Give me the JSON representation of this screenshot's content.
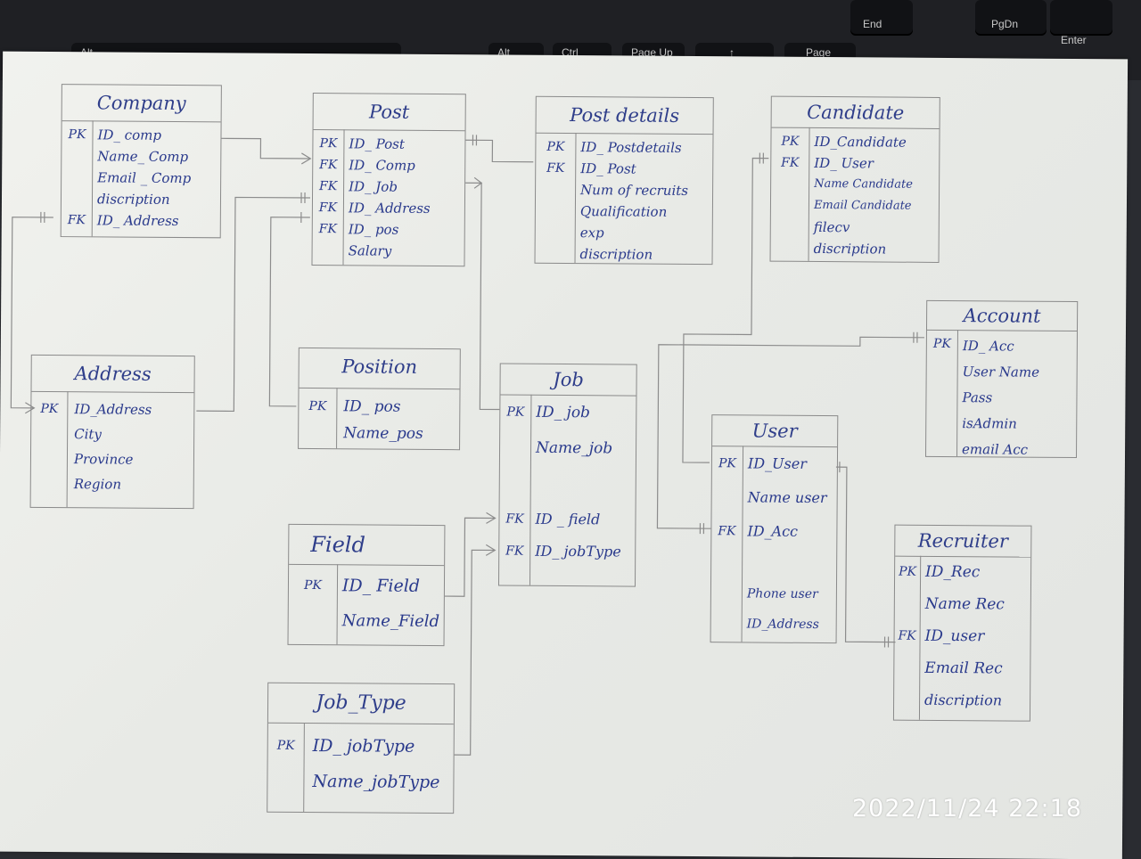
{
  "keyboard": {
    "keys": [
      "Alt",
      "Alt",
      "Ctrl",
      "Page Up",
      "↑",
      "Page",
      "End",
      "PgDn",
      "Enter"
    ]
  },
  "entities": {
    "company": {
      "title": "Company",
      "keys": [
        "PK",
        "",
        "",
        "",
        "FK"
      ],
      "attrs": [
        "ID_ comp",
        "Name_ Comp",
        "Email _ Comp",
        "discription",
        "ID_ Address"
      ]
    },
    "post": {
      "title": "Post",
      "keys": [
        "PK",
        "FK",
        "FK",
        "FK",
        "FK",
        ""
      ],
      "attrs": [
        "ID_ Post",
        "ID_ Comp",
        "ID_ Job",
        "ID_ Address",
        "ID_ pos",
        "Salary"
      ]
    },
    "post_details": {
      "title": "Post details",
      "keys": [
        "PK",
        "FK",
        "",
        "",
        "",
        ""
      ],
      "attrs": [
        "ID_ Postdetails",
        "ID_ Post",
        "Num of recruits",
        "Qualification",
        "exp",
        "discription"
      ]
    },
    "candidate": {
      "title": "Candidate",
      "keys": [
        "PK",
        "FK",
        "",
        "",
        "",
        ""
      ],
      "attrs": [
        "ID_Candidate",
        "ID_ User",
        "Name Candidate",
        "Email Candidate",
        "filecv",
        "discription"
      ]
    },
    "account": {
      "title": "Account",
      "keys": [
        "PK",
        "",
        "",
        "",
        ""
      ],
      "attrs": [
        "ID_ Acc",
        "User Name",
        "Pass",
        "isAdmin",
        "email Acc"
      ]
    },
    "address": {
      "title": "Address",
      "keys": [
        "PK",
        "",
        "",
        ""
      ],
      "attrs": [
        "ID_Address",
        "City",
        "Province",
        "Region"
      ]
    },
    "position": {
      "title": "Position",
      "keys": [
        "PK",
        ""
      ],
      "attrs": [
        "ID_ pos",
        "Name_pos"
      ]
    },
    "job": {
      "title": "Job",
      "keys": [
        "PK",
        "",
        "",
        "FK",
        "FK"
      ],
      "attrs": [
        "ID_ job",
        "Name_job",
        "",
        "ID _ field",
        "ID_ jobType"
      ]
    },
    "user": {
      "title": "User",
      "keys": [
        "PK",
        "",
        "FK",
        "",
        "",
        ""
      ],
      "attrs": [
        "ID_User",
        "Name user",
        "ID_Acc",
        "",
        "Phone user",
        "ID_Address"
      ]
    },
    "recruiter": {
      "title": "Recruiter",
      "keys": [
        "PK",
        "",
        "FK",
        "",
        ""
      ],
      "attrs": [
        "ID_Rec",
        "Name Rec",
        "ID_user",
        "Email Rec",
        "discription"
      ]
    },
    "field": {
      "title": "Field",
      "keys": [
        "PK",
        ""
      ],
      "attrs": [
        "ID_ Field",
        "Name_Field"
      ]
    },
    "job_type": {
      "title": "Job_Type",
      "keys": [
        "PK",
        ""
      ],
      "attrs": [
        "ID_ jobType",
        "Name_jobType"
      ]
    }
  },
  "timestamp": "2022/11/24 22:18",
  "colors": {
    "ink": "#2a3a8c",
    "pencil": "#8a8a8a",
    "paper": "#ecede9",
    "keyboard": "#1f2024"
  }
}
